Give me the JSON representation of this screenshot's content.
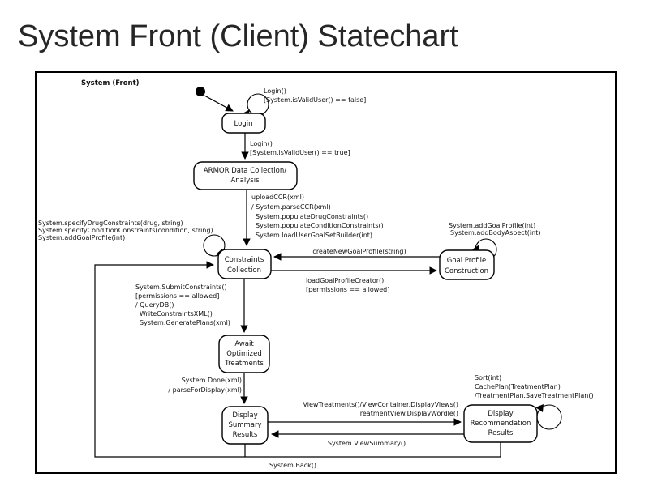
{
  "title": "System Front (Client) Statechart",
  "diagram": {
    "frame_label": "System (Front)",
    "states": {
      "login": "Login",
      "armor": [
        "ARMOR Data Collection/",
        "Analysis"
      ],
      "constraints": [
        "Constraints",
        "Collection"
      ],
      "goal": [
        "Goal Profile",
        "Construction"
      ],
      "await": [
        "Await",
        "Optimized",
        "Treatments"
      ],
      "summary": [
        "Display",
        "Summary",
        "Results"
      ],
      "recommendation": [
        "Display",
        "Recommendation",
        "Results"
      ]
    },
    "transitions": {
      "login_self": [
        "Login()",
        "[System.isValidUser() == false]"
      ],
      "login_to_armor": [
        "Login()",
        "[System.isValidUser() == true]"
      ],
      "armor_to_constraints": [
        "uploadCCR(xml)",
        "/ System.parseCCR(xml)",
        "System.populateDrugConstraints()",
        "System.populateConditionConstraints()",
        "System.loadUserGoalSetBuilder(int)"
      ],
      "constraints_self": [
        "System.specifyDrugConstraints(drug, string)",
        "System.specifyConditionConstraints(condition, string)",
        "System.addGoalProfile(int)"
      ],
      "goal_self": [
        "System.addGoalProfile(int)",
        "System.addBodyAspect(int)"
      ],
      "goal_to_constraints": "createNewGoalProfile(string)",
      "constraints_to_goal": [
        "loadGoalProfileCreator()",
        "[permissions == allowed]"
      ],
      "constraints_to_await": [
        "System.SubmitConstraints()",
        "[permissions == allowed]",
        "/ QueryDB()",
        "WriteConstraintsXML()",
        "System.GeneratePlans(xml)"
      ],
      "await_to_summary": [
        "System.Done(xml)",
        "/ parseForDisplay(xml)"
      ],
      "summary_to_recommendation": [
        "ViewTreatments()/ViewContainer.DisplayViews()",
        "TreatmentView.DisplayWordle()"
      ],
      "recommendation_to_summary": "System.ViewSummary()",
      "recommendation_self": [
        "Sort(int)",
        "CachePlan(TreatmentPlan)",
        "/TreatmentPlan.SaveTreatmentPlan()"
      ],
      "back_to_constraints": "System.Back()"
    },
    "colors": {
      "stroke": "#000000",
      "title_text": "#262626",
      "background": "#ffffff"
    }
  }
}
